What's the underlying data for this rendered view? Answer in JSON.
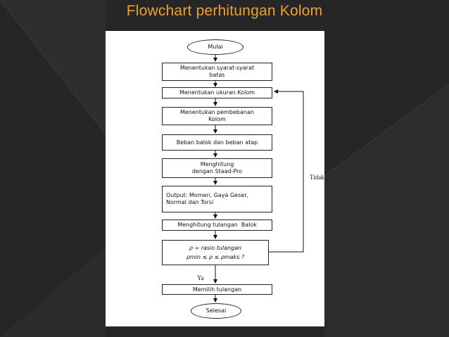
{
  "slide": {
    "title": "Flowchart perhitungan Kolom"
  },
  "flowchart": {
    "start": "Mulai",
    "steps": [
      "Menentukan syarat-syarat batas",
      "Menentukan ukuran Kolom",
      "Menentukan pembebanan Kolom",
      "Beban balok dan beban atap",
      "Menghitung dengan Staad-Pro",
      "Output: Momen, Gaya Geser, Normal dan Torsi",
      "Menghitung tulangan  Balok"
    ],
    "decision": {
      "line1": "ρ = rasio tulangan",
      "line2": "ρmin ≤ ρ ≤ ρmaks ?"
    },
    "yes_label": "Ya",
    "no_label": "Tidak",
    "after_yes": "Memilih tulangan",
    "end": "Selesai"
  }
}
